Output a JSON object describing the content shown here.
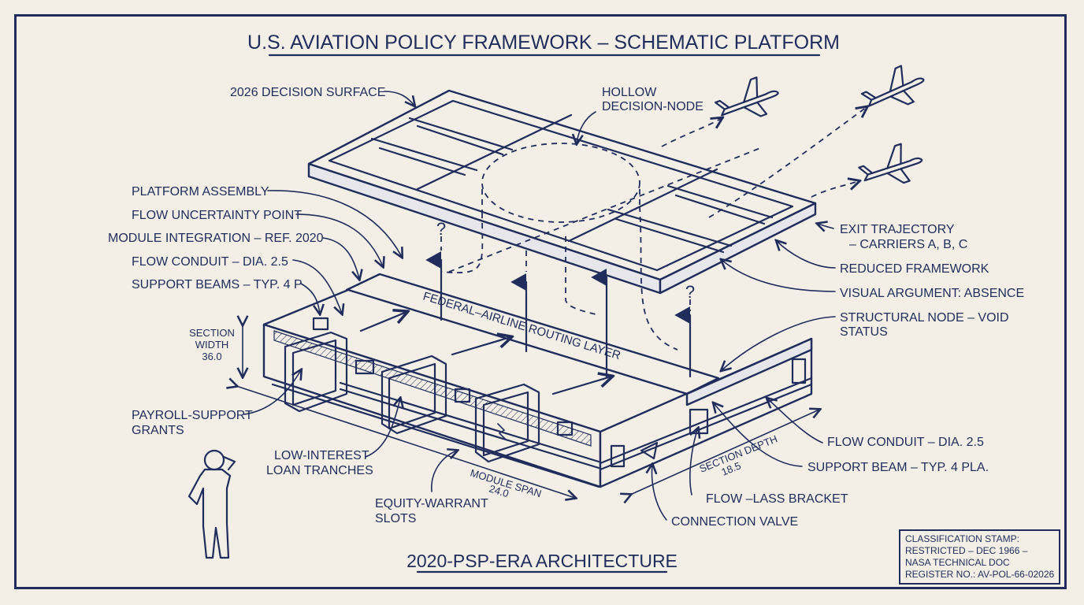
{
  "title": "U.S. AVIATION POLICY FRAMEWORK – SCHEMATIC PLATFORM",
  "subtitle": "2020-PSP-ERA ARCHITECTURE",
  "layer_label": "FEDERAL–AIRLINE ROUTING LAYER",
  "question_mark": "?",
  "labels_left": {
    "decision_surface": "2026 DECISION SURFACE",
    "platform_assembly": "PLATFORM ASSEMBLY",
    "flow_uncertainty": "FLOW UNCERTAINTY POINT",
    "module_integration": "MODULE INTEGRATION – REF. 2020",
    "flow_conduit": "FLOW CONDUIT – DIA. 2.5",
    "support_beams": "SUPPORT BEAMS – TYP. 4 P",
    "section_width_1": "SECTION",
    "section_width_2": "WIDTH",
    "section_width_3": "36.0",
    "payroll_1": "PAYROLL-SUPPORT",
    "payroll_2": "GRANTS",
    "loan_1": "LOW-INTEREST",
    "loan_2": "LOAN TRANCHES",
    "equity_1": "EQUITY-WARRANT",
    "equity_2": "SLOTS",
    "module_span_1": "MODULE SPAN",
    "module_span_2": "24.0"
  },
  "labels_right": {
    "hollow_1": "HOLLOW",
    "hollow_2": "DECISION-NODE",
    "exit_1": "EXIT TRAJECTORY",
    "exit_2": "– CARRIERS A, B, C",
    "reduced": "REDUCED FRAMEWORK",
    "visual_argument": "VISUAL ARGUMENT: ABSENCE",
    "structural_1": "STRUCTURAL NODE – VOID",
    "structural_2": "STATUS",
    "flow_conduit": "FLOW CONDUIT – DIA. 2.5",
    "support_beam": "SUPPORT BEAM – TYP. 4 PLA.",
    "flow_bracket": "FLOW –LASS BRACKET",
    "connection_valve": "CONNECTION VALVE",
    "section_depth_1": "SECTION DEPTH",
    "section_depth_2": "18.5"
  },
  "stamp": {
    "line1": "CLASSIFICATION STAMP:",
    "line2": "RESTRICTED – DEC 1966 –",
    "line3": "NASA TECHNICAL DOC",
    "line4": "REGISTER NO.: AV-POL-66-02026"
  },
  "colors": {
    "ink": "#1f2c5c",
    "paper": "#f3efe6"
  }
}
